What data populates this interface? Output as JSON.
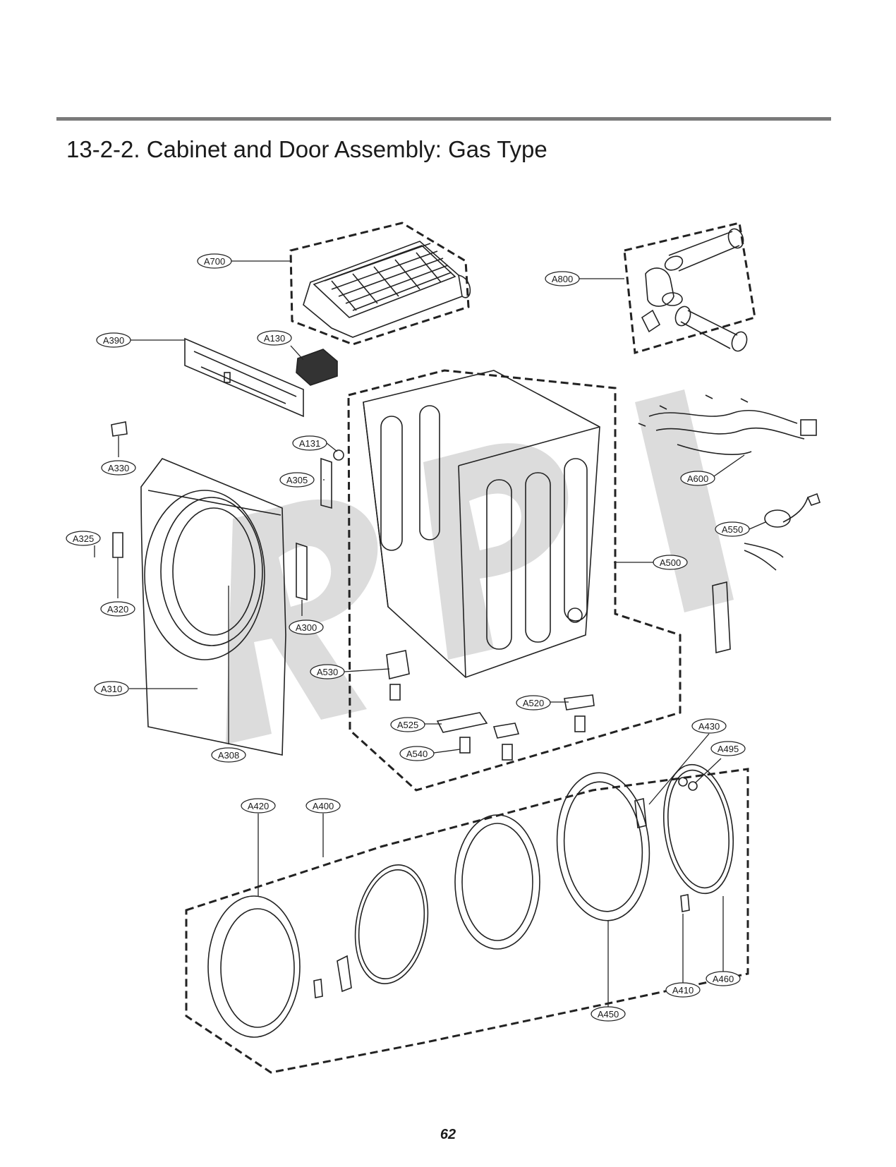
{
  "header": {
    "title": "13-2-2. Cabinet and Door Assembly: Gas Type"
  },
  "watermark": {
    "text": "RPI",
    "color": "#d9d9d9"
  },
  "callouts": [
    {
      "id": "a700",
      "label": "A700"
    },
    {
      "id": "a800",
      "label": "A800"
    },
    {
      "id": "a390",
      "label": "A390"
    },
    {
      "id": "a130",
      "label": "A130"
    },
    {
      "id": "a131",
      "label": "A131"
    },
    {
      "id": "a330",
      "label": "A330"
    },
    {
      "id": "a305",
      "label": "A305"
    },
    {
      "id": "a325",
      "label": "A325"
    },
    {
      "id": "a320",
      "label": "A320"
    },
    {
      "id": "a300",
      "label": "A300"
    },
    {
      "id": "a310",
      "label": "A310"
    },
    {
      "id": "a308",
      "label": "A308"
    },
    {
      "id": "a600",
      "label": "A600"
    },
    {
      "id": "a550",
      "label": "A550"
    },
    {
      "id": "a500",
      "label": "A500"
    },
    {
      "id": "a530",
      "label": "A530"
    },
    {
      "id": "a520",
      "label": "A520"
    },
    {
      "id": "a525",
      "label": "A525"
    },
    {
      "id": "a540",
      "label": "A540"
    },
    {
      "id": "a430",
      "label": "A430"
    },
    {
      "id": "a495",
      "label": "A495"
    },
    {
      "id": "a420",
      "label": "A420"
    },
    {
      "id": "a400",
      "label": "A400"
    },
    {
      "id": "a410",
      "label": "A410"
    },
    {
      "id": "a460",
      "label": "A460"
    },
    {
      "id": "a450",
      "label": "A450"
    }
  ],
  "footer": {
    "page_number": "62"
  }
}
